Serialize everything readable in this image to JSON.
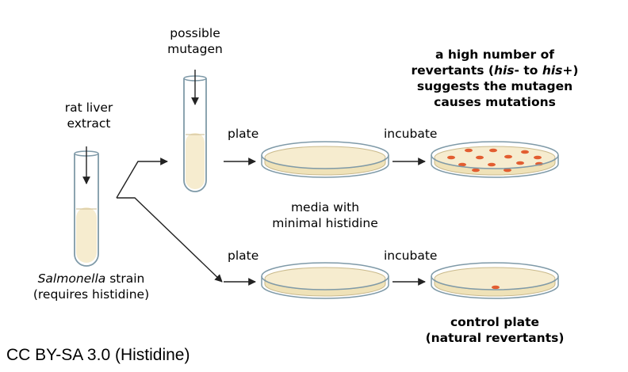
{
  "colors": {
    "medium": "#f6eccf",
    "medium_stroke": "#c9b98b",
    "glass": "#7f9aa8",
    "colony": "#e25d30",
    "arrow": "#222222"
  },
  "labels": {
    "rat_liver_extract": [
      "rat liver",
      "extract"
    ],
    "possible_mutagen": [
      "possible",
      "mutagen"
    ],
    "strain": {
      "name": "Salmonella",
      "suffix": " strain",
      "requirement": "(requires histidine)"
    },
    "plate_top": "plate",
    "plate_bottom": "plate",
    "incubate_top": "incubate",
    "incubate_bottom": "incubate",
    "media": [
      "media with",
      "minimal histidine"
    ],
    "high_revertants": {
      "line1": "a high number of",
      "line2_prefix": "revertants (",
      "his_minus": "his",
      "minus_mark": "- to ",
      "his_plus": "his",
      "plus_mark": "+)",
      "line3": "suggests the mutagen",
      "line4": "causes mutations"
    },
    "control": [
      "control plate",
      "(natural revertants)"
    ]
  },
  "credit": "CC BY-SA 3.0 (Histidine)"
}
